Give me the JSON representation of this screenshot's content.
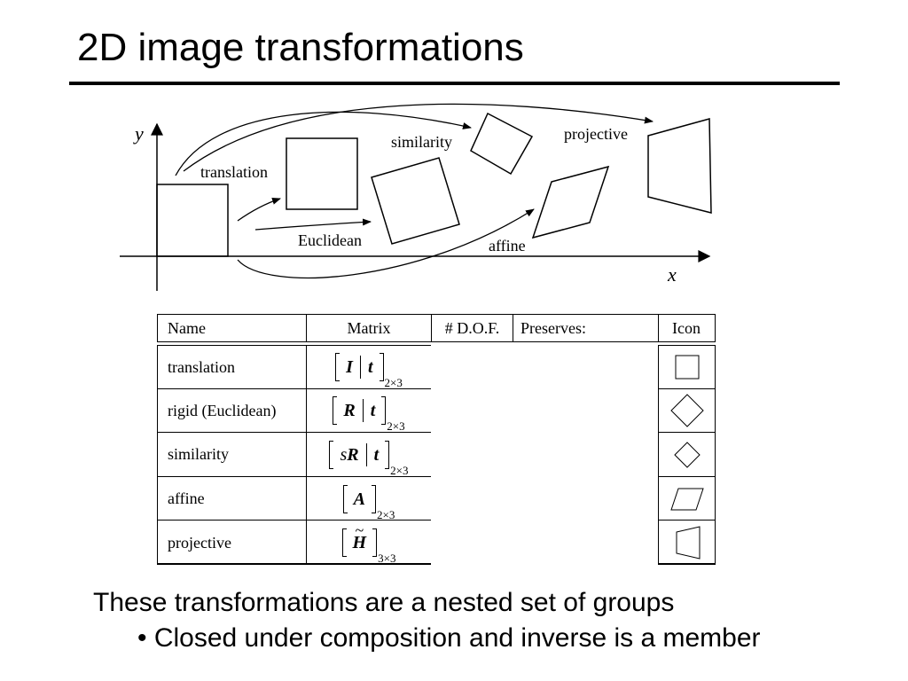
{
  "slide": {
    "title": "2D image transformations"
  },
  "diagram": {
    "y_axis_label": "y",
    "x_axis_label": "x",
    "labels": {
      "translation": "translation",
      "euclidean": "Euclidean",
      "similarity": "similarity",
      "affine": "affine",
      "projective": "projective"
    }
  },
  "table": {
    "headers": [
      "Name",
      "Matrix",
      "# D.O.F.",
      "Preserves:",
      "Icon"
    ],
    "rows": [
      {
        "name": "translation",
        "matrix": "I | t",
        "size": "2×3",
        "icon": "square-icon"
      },
      {
        "name": "rigid (Euclidean)",
        "matrix": "R | t",
        "size": "2×3",
        "icon": "rotated-square-icon"
      },
      {
        "name": "similarity",
        "matrix": "sR | t",
        "size": "2×3",
        "icon": "small-rotated-square-icon"
      },
      {
        "name": "affine",
        "matrix": "A",
        "size": "2×3",
        "icon": "parallelogram-icon"
      },
      {
        "name": "projective",
        "matrix": "H̃",
        "size": "3×3",
        "icon": "trapezoid-icon"
      }
    ]
  },
  "bullets": {
    "main": "These transformations are a nested set of groups",
    "sub": "• Closed under composition and inverse is a member"
  }
}
